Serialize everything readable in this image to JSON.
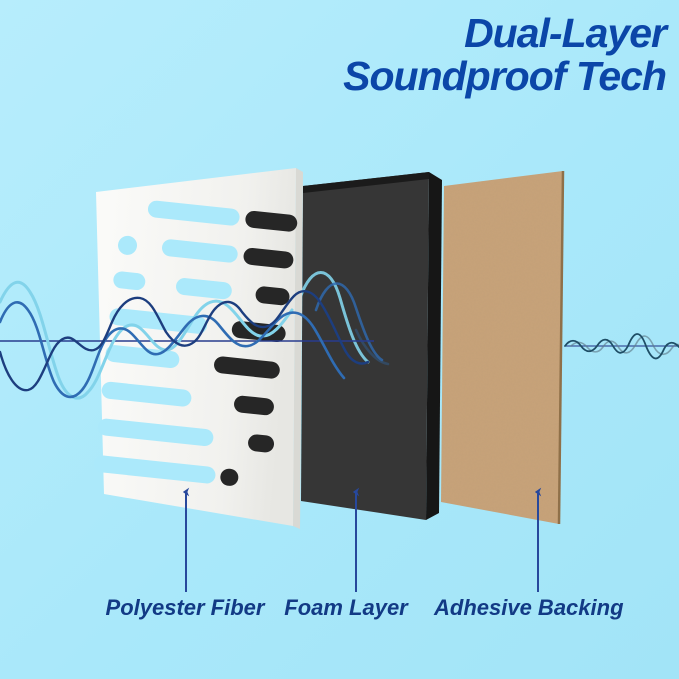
{
  "title": {
    "line1": "Dual-Layer",
    "line2": "Soundproof Tech"
  },
  "layers": [
    {
      "label": "Polyester Fiber"
    },
    {
      "label": "Foam Layer"
    },
    {
      "label": "Adhesive Backing"
    }
  ],
  "colors": {
    "background_top": "#b7edfc",
    "background_mid": "#a9e8fa",
    "background_bottom": "#a2e4f7",
    "title_text": "#0b46a8",
    "label_text": "#123a85",
    "panel_white": "#f4f4f1",
    "panel_white_side": "#d9d9d4",
    "panel_foam": "#363636",
    "panel_foam_side": "#161616",
    "panel_foam_top": "#1b1b1b",
    "panel_backing": "#c8a37a",
    "backing_edge": "#8f7049",
    "slot_hole_open": "#abe9fb",
    "slot_hole_foam": "#262626",
    "wave_dark": "#1d3e7f",
    "wave_mid": "#2f6cb3",
    "wave_light": "#82d3ea",
    "wave_axis": "#283c8e",
    "ripple_dark": "#1f4e66",
    "ripple_faded": "#5f7c8c",
    "arrow": "#27489c"
  }
}
